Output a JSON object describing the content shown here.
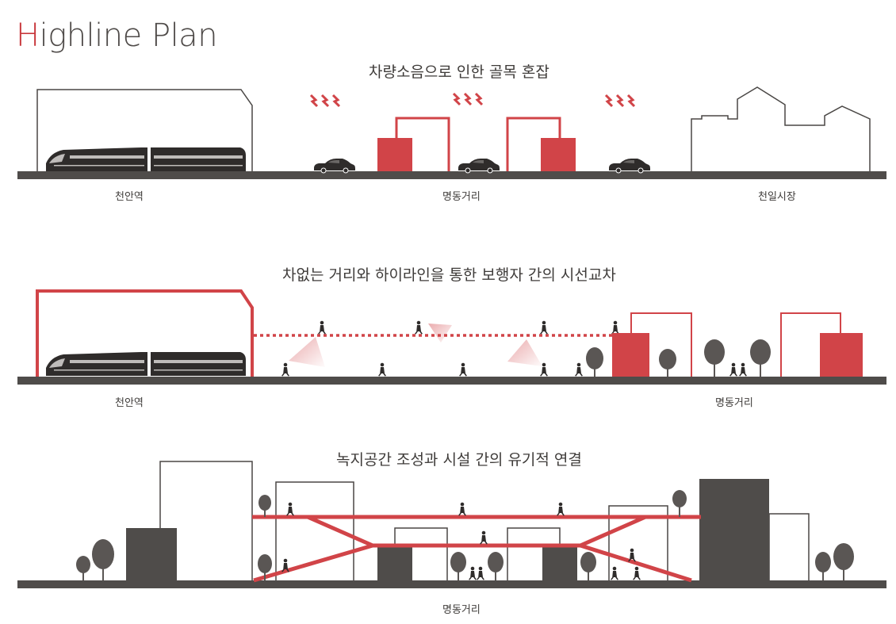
{
  "title": {
    "first_letter": "H",
    "rest": "ighline Plan"
  },
  "colors": {
    "accent": "#d14448",
    "ground": "#4f4c4a",
    "line": "#4a4745",
    "tree": "#5a5654"
  },
  "panel1": {
    "heading": "차량소음으로 인한 골목 혼잡",
    "labels": {
      "station": "천안역",
      "street": "명동거리",
      "market": "천일시장"
    }
  },
  "panel2": {
    "heading": "차없는 거리와 하이라인을 통한 보행자 간의 시선교차",
    "labels": {
      "station": "천안역",
      "street": "명동거리"
    }
  },
  "panel3": {
    "heading": "녹지공간 조성과 시설 간의 유기적 연결",
    "labels": {
      "street": "명동거리"
    }
  }
}
